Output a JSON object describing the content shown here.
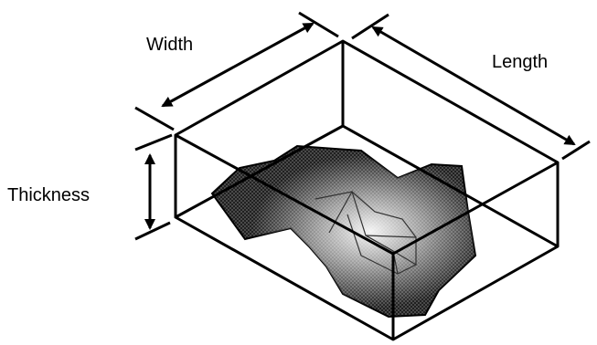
{
  "labels": {
    "width": "Width",
    "length": "Length",
    "thickness": "Thickness"
  },
  "colors": {
    "ink": "#000000",
    "background": "#ffffff"
  }
}
